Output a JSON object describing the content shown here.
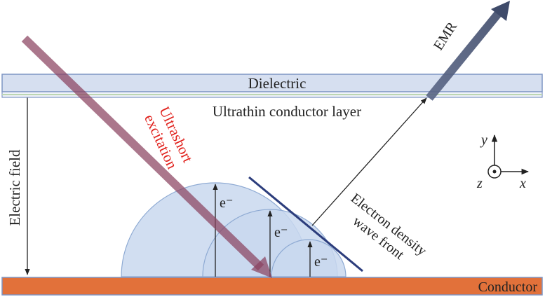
{
  "labels": {
    "dielectric": "Dielectric",
    "ultrathin_conductor": "Ultrathin conductor layer",
    "electric_field": "Electric field",
    "ultrashort_line1": "Ultrashort",
    "ultrashort_line2": "excitation",
    "emr": "EMR",
    "electron_density_line1": "Electron density",
    "electron_density_line2": "wave front",
    "conductor": "Conductor",
    "electron": "e⁻",
    "axis_x": "x",
    "axis_y": "y",
    "axis_z": "z"
  },
  "colors": {
    "dielectric_fill": "#d6dff0",
    "dielectric_stroke": "#7f95c4",
    "ultrathin_line": "#c8dcc0",
    "conductor_fill": "#e2713a",
    "conductor_stroke": "#7f95c4",
    "hemisphere_fill": "#c9d8ee",
    "hemisphere_stroke": "#8eaad3",
    "excitation_arrow": "#8a4360",
    "emr_arrow": "#4b5878",
    "wavefront_line": "#2c3d7c",
    "ultrashort_text": "#e0201b",
    "text": "#222222"
  }
}
